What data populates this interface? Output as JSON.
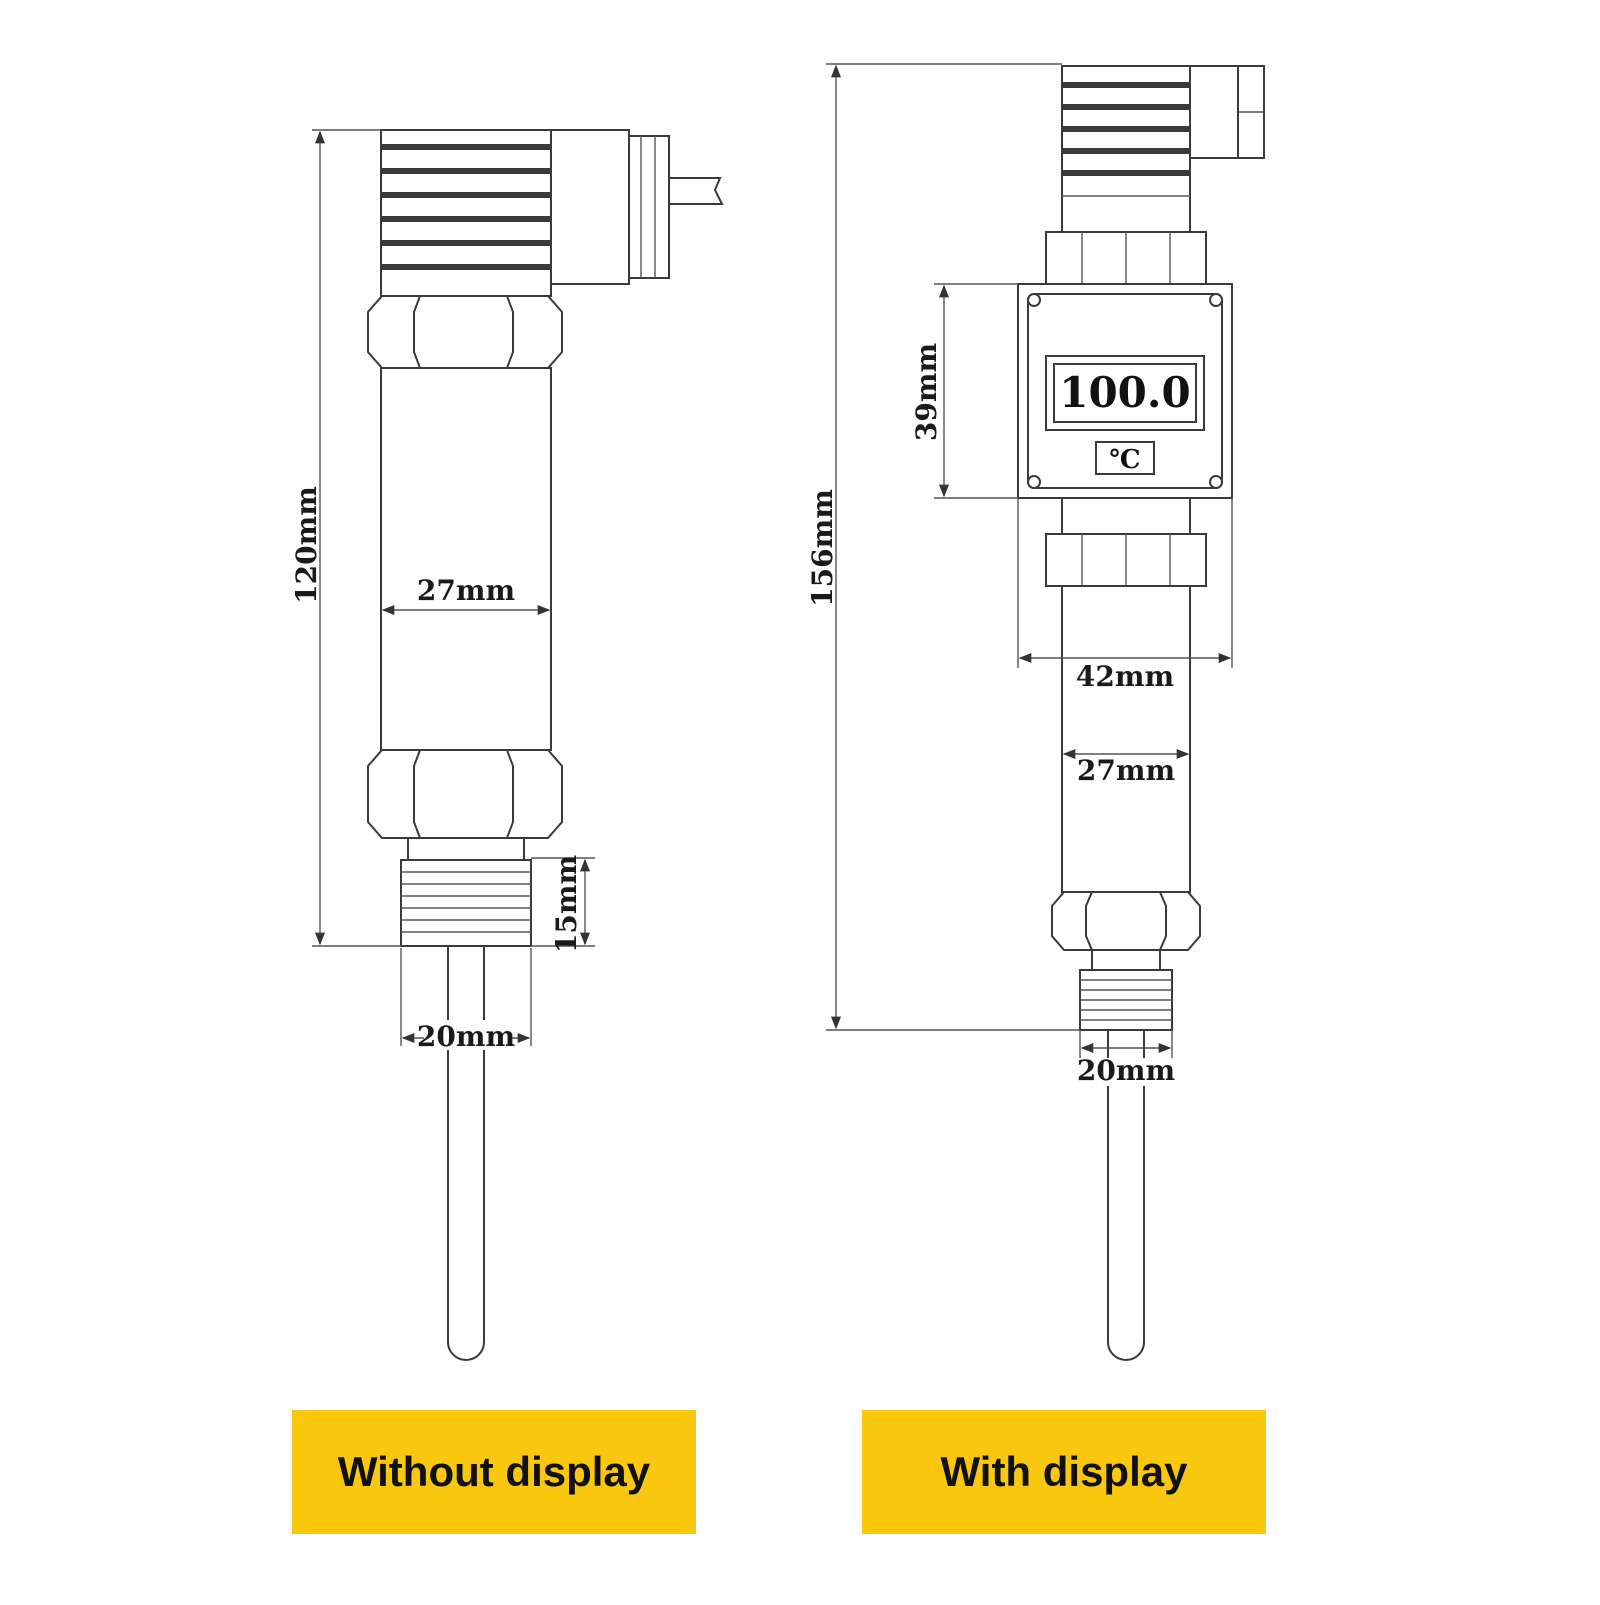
{
  "variants": [
    {
      "label": "Without display",
      "dimensions": {
        "height": "120mm",
        "body_width": "27mm",
        "thread_length": "15mm",
        "thread_width": "20mm"
      }
    },
    {
      "label": "With display",
      "display": {
        "reading": "100.0",
        "unit": "℃"
      },
      "dimensions": {
        "height": "156mm",
        "display_height": "39mm",
        "display_width": "42mm",
        "body_width": "27mm",
        "thread_width": "20mm"
      }
    }
  ],
  "colors": {
    "label_background": "#f9c80e",
    "line": "#3a3a3a"
  }
}
